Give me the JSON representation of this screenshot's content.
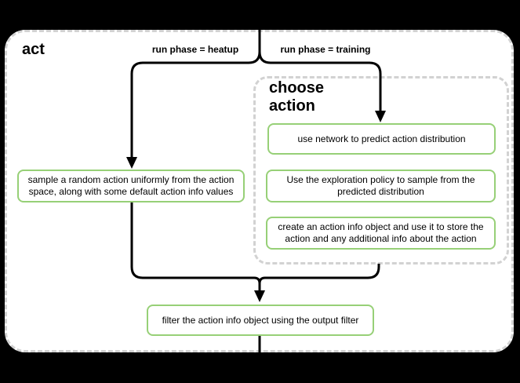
{
  "flowchart": {
    "container_label": "act",
    "branch_labels": {
      "left": "run phase = heatup",
      "right": "run phase = training"
    },
    "group": {
      "label": "choose\naction"
    },
    "nodes": {
      "sample_random_action": "sample a random action uniformly from the action space, along with some default action info values",
      "use_network": "use network to predict action distribution",
      "exploration_policy": "Use the exploration policy to sample from the predicted distribution",
      "create_action_info": "create an action info object and use it to store the action and any additional info about the action",
      "filter_action_info": "filter the action info object using the output filter"
    },
    "colors": {
      "node_border": "#97d077",
      "node_fill": "#ffffff",
      "container_border": "#d2d2d2",
      "container_fill": "#ffffff",
      "connector": "#000000",
      "page_background": "#000000",
      "text": "#000000"
    }
  }
}
